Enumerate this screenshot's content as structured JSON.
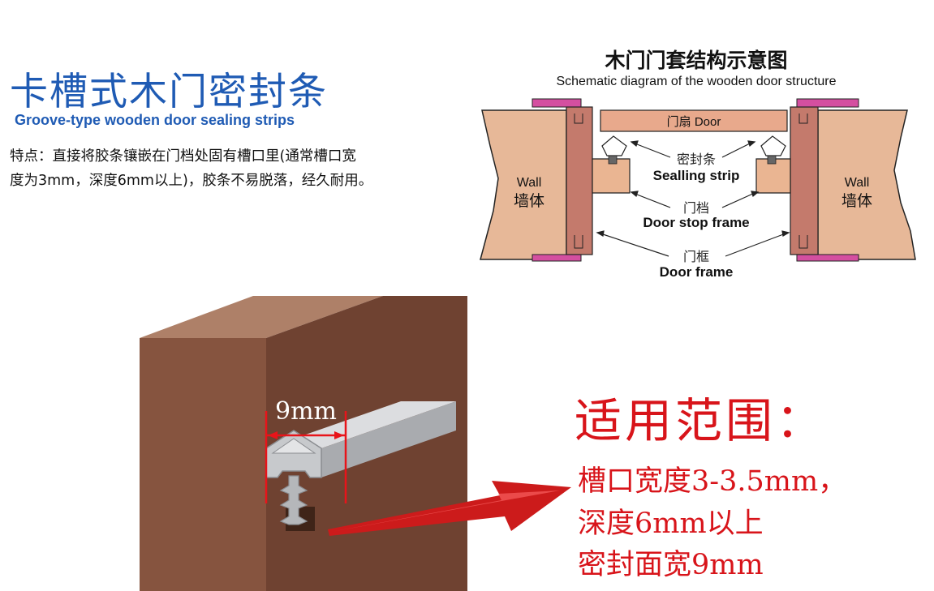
{
  "header": {
    "title_cn": "卡槽式木门密封条",
    "title_en": "Groove-type wooden door sealing strips",
    "features_line1": "特点：直接将胶条镶嵌在门档处固有槽口里(通常槽口宽",
    "features_line2": "度为3mm，深度6mm以上)，胶条不易脱落，经久耐用。"
  },
  "diagram": {
    "title_cn": "木门门套结构示意图",
    "title_en": "Schematic diagram of the wooden door structure",
    "door": "门扇 Door",
    "wall_left_en": "Wall",
    "wall_left_cn": "墙体",
    "wall_right_en": "Wall",
    "wall_right_cn": "墙体",
    "seal_cn": "密封条",
    "seal_en": "Sealling strip",
    "stop_cn": "门档",
    "stop_en": "Door stop frame",
    "frame_cn": "门框",
    "frame_en": "Door frame",
    "colors": {
      "wall": "#e7b898",
      "frame": "#c47a6c",
      "door": "#e8a98c",
      "pink_trim": "#d44fa0",
      "stop": "#eab592"
    }
  },
  "strip": {
    "width_label": "9mm",
    "colors": {
      "wood": "#86543f",
      "wood_top": "#ae8068",
      "strip": "#c7c9cc",
      "arrow": "#cc1b1b"
    }
  },
  "scope": {
    "title": "适用范围：",
    "line1": "槽口宽度3-3.5mm，",
    "line2": "深度6mm以上",
    "line3": "密封面宽9mm"
  }
}
